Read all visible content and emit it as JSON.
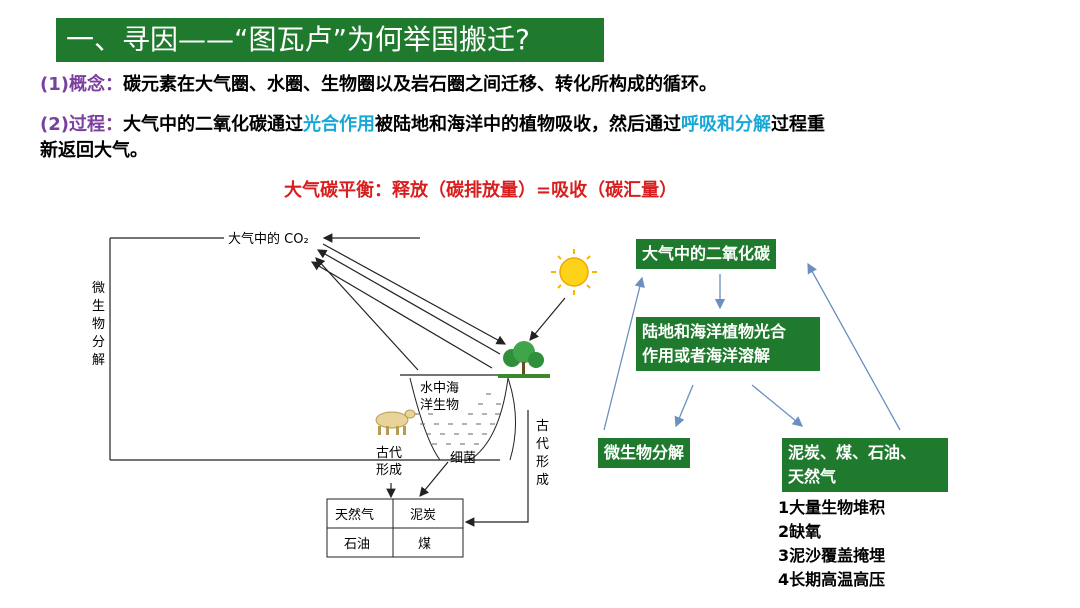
{
  "header": {
    "title": "一、寻因——“图瓦卢”为何举国搬迁?"
  },
  "concept": {
    "label": "(1)概念：",
    "text": "碳元素在大气圈、水圈、生物圈以及岩石圈之间迁移、转化所构成的循环。"
  },
  "process": {
    "label": "(2)过程：",
    "part1": "大气中的二氧化碳通过",
    "highlight1": "光合作用",
    "part2": "被陆地和海洋中的植物吸收，然后通过",
    "highlight2": "呼吸和分解",
    "part3": "过程重",
    "line2": "新返回大气。"
  },
  "balance": {
    "text": "大气碳平衡：释放（碳排放量）=吸收（碳汇量）"
  },
  "left_diagram": {
    "atmosphere": "大气中的 CO₂",
    "micro_decomp": [
      "微",
      "生",
      "物",
      "分",
      "解"
    ],
    "ocean_bio": [
      "水中海",
      "洋生物"
    ],
    "bacteria": "细菌",
    "ancient_formed_left": [
      "古代",
      "形成"
    ],
    "ancient_formed_right": [
      "古",
      "代",
      "形",
      "成"
    ],
    "fuel_table": [
      [
        "天然气",
        "泥炭"
      ],
      [
        "石油",
        "煤"
      ]
    ]
  },
  "right_diagram": {
    "atmos_co2": "大气中的二氧化碳",
    "absorb": [
      "陆地和海洋植物光合",
      "作用或者海洋溶解"
    ],
    "micro": "微生物分解",
    "fossil": [
      "泥炭、煤、石油、",
      "天然气"
    ],
    "conditions": [
      "1大量生物堆积",
      "2缺氧",
      "3泥沙覆盖掩埋",
      "4长期高温高压"
    ]
  },
  "colors": {
    "title_bg": "#1f7a2e",
    "accent_purple": "#7b3fa0",
    "accent_cyan": "#18a8d8",
    "accent_red": "#d81e1e",
    "arrow_blue": "#6a8fc0"
  }
}
